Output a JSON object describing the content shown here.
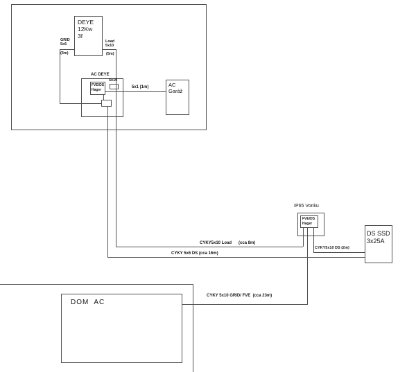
{
  "colors": {
    "line": "#4f4f4f",
    "text": "#161616",
    "bg": "#ffffff"
  },
  "labels": {
    "deye_inverter": "DEYE\n12Kw\n3f",
    "grid_port": "GRID\n5x6",
    "grid_length": "(5m)",
    "load_port": "Load\n5x10",
    "load_length": "(5m)",
    "ac_deye": "AC DEYE",
    "fve_ds_hager": "FVE/DS\nHager",
    "breaker_5x10": "5x10",
    "garage_feed": "5x1 (1m)",
    "ac_garage": "AC\nGaráž",
    "ip65": "IP65 Vonku",
    "ip65_hager": "FVE/DS\nHager",
    "ds_ssd": "DS SSD\n3x25A",
    "dom_ac": "DOM  AC",
    "cable_load": "CYKY5x10 Load      (cca 8m)",
    "cable_ds16": "CYKY 5x6 DS (cca 16m)",
    "cable_ds2": "CYKY5x10 DS (2m)",
    "cable_grid_fve": "CYKY 5x10 GRID/ FVE  (cca 23m)"
  }
}
